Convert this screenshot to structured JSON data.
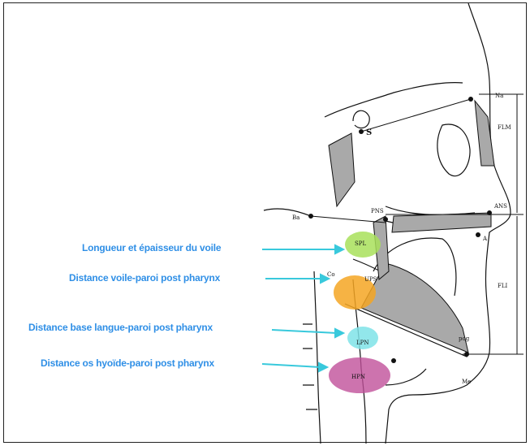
{
  "colors": {
    "label_text": "#2f8fe6",
    "arrow": "#39c9dc",
    "green_zone": "#a8e05a",
    "orange_zone": "#f5a623",
    "cyan_zone": "#7fe3e8",
    "magenta_zone": "#c0509a",
    "shading": "#a9a9a9",
    "line": "#111111"
  },
  "annotations": [
    "Longueur et épaisseur du voile",
    "Distance voile-paroi post pharynx",
    "Distance base langue-paroi post pharynx",
    "Distance os hyoïde-paroi post pharynx"
  ],
  "points": {
    "na": "Na",
    "s": "S",
    "ba": "Ba",
    "pns": "PNS",
    "ans": "ANS",
    "a": "A",
    "me": "Me",
    "flm": "FLM",
    "fli": "FLI",
    "spl": "SPL",
    "uvula": "UPS",
    "co": "Co",
    "lpn": "LPN",
    "hpn": "HPN",
    "pog": "pog"
  }
}
